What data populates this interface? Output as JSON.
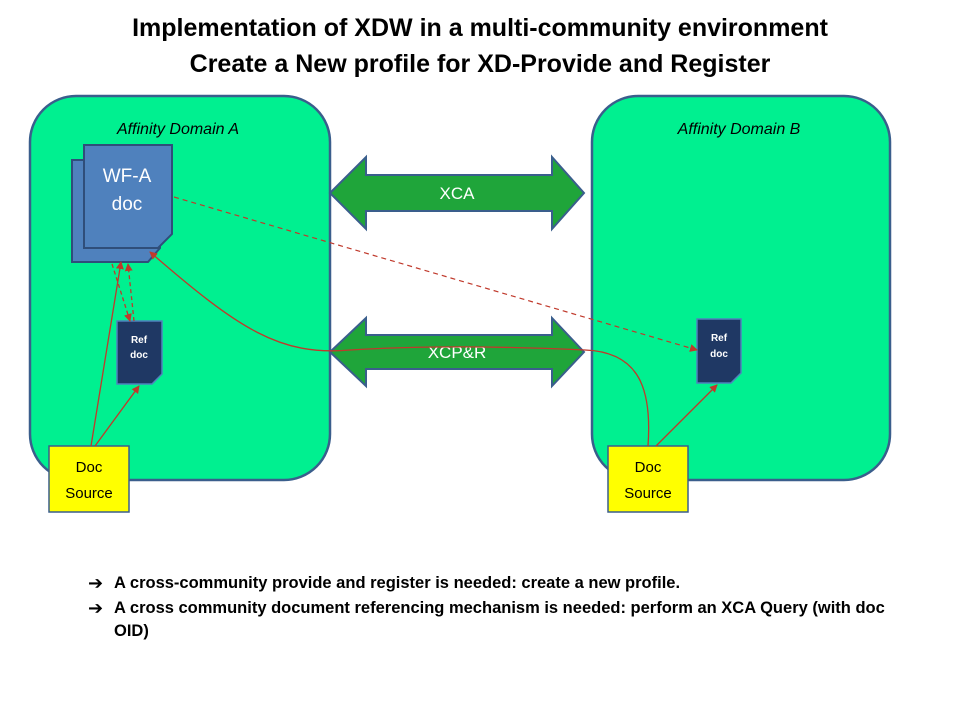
{
  "title": {
    "line1": "Implementation of XDW in a multi-community environment",
    "line2": "Create a New profile for XD-Provide and Register"
  },
  "domains": {
    "a_label": "Affinity Domain A",
    "b_label": "Affinity Domain B"
  },
  "documents": {
    "wf_line1": "WF-A",
    "wf_line2": "doc",
    "ref_a_line1": "Ref",
    "ref_a_line2": "doc",
    "ref_b_line1": "Ref",
    "ref_b_line2": "doc"
  },
  "doc_sources": {
    "a_line1": "Doc",
    "a_line2": "Source",
    "b_line1": "Doc",
    "b_line2": "Source"
  },
  "connectors": {
    "xca": "XCA",
    "xcpr": "XCP&R"
  },
  "bullets": [
    "A cross-community provide and register is needed: create a new profile.",
    "A cross community document referencing mechanism is needed: perform an XCA Query (with doc OID)"
  ],
  "colors": {
    "domain_fill": "#00F090",
    "domain_stroke": "#3A5E8C",
    "wf_doc_fill": "#4F81BD",
    "ref_doc_fill": "#1F3864",
    "doc_source_fill": "#FFFF00",
    "connector_fill": "#1FA53A",
    "link_color": "#C0392B"
  }
}
